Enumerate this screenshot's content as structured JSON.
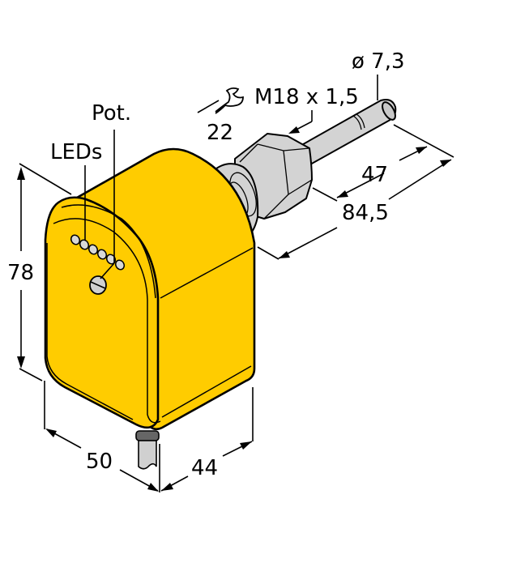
{
  "drawing": {
    "title": "Flow sensor dimension drawing",
    "colors": {
      "housing": "#ffcc00",
      "metal": "#d3d3d3",
      "cable_gland": "#555555",
      "lines": "#000000",
      "background": "#ffffff"
    },
    "labels": {
      "leds": "LEDs",
      "pot": "Pot.",
      "wrench_size": "22",
      "thread": "M18 x 1,5",
      "probe_diameter": "ø 7,3",
      "probe_length": "47",
      "total_depth": "84,5",
      "height": "78",
      "width": "50",
      "depth": "44"
    },
    "icons": {
      "wrench": "wrench-icon"
    },
    "led_count": 6
  }
}
